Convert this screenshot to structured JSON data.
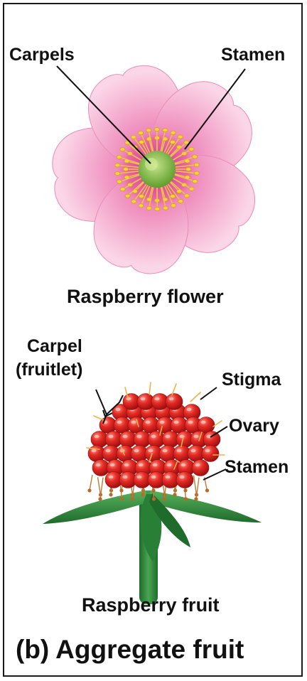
{
  "flower": {
    "carpels_label": "Carpels",
    "stamen_label": "Stamen",
    "caption": "Raspberry flower"
  },
  "fruit": {
    "carpel_label_line1": "Carpel",
    "carpel_label_line2": "(fruitlet)",
    "stigma_label": "Stigma",
    "ovary_label": "Ovary",
    "stamen_label": "Stamen",
    "caption": "Raspberry fruit"
  },
  "panel_title": "(b) Aggregate fruit",
  "colors": {
    "petal": "#f3a9cc",
    "petal_center": "#e04a9a",
    "carpel_green": "#8cc63f",
    "anther_yellow": "#f5d33a",
    "fruit_red": "#d92020",
    "sepal_green": "#2e8b3a",
    "stamen_brown": "#b86a2a"
  }
}
